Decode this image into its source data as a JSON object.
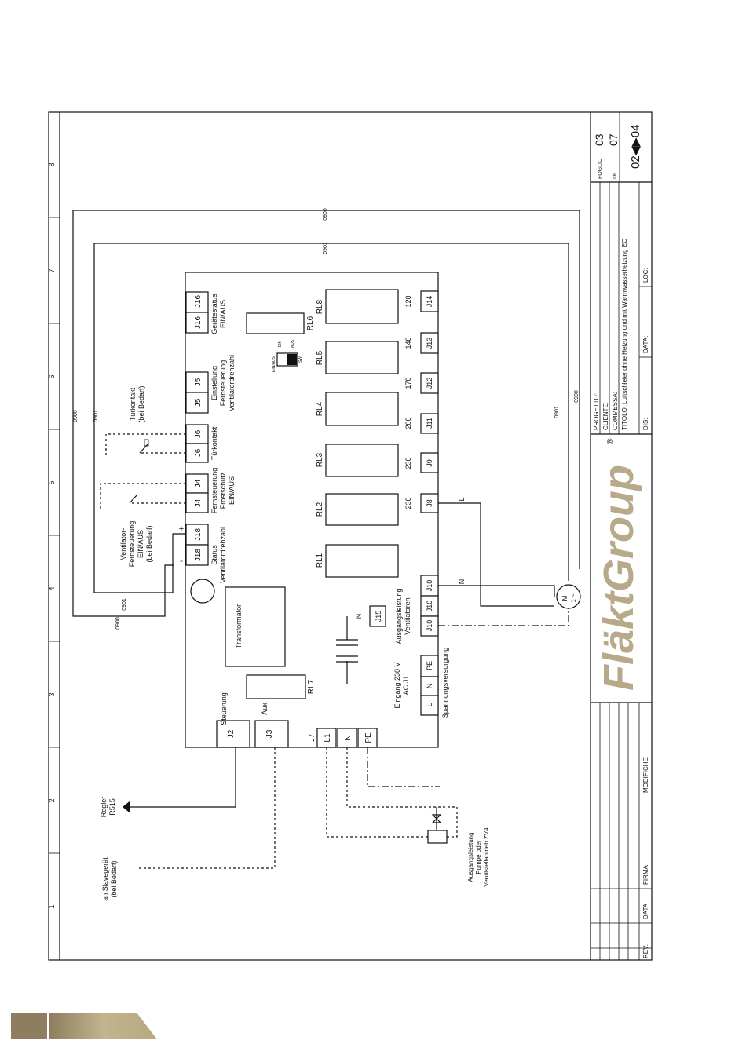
{
  "title_block": {
    "progetto_label": "PROGETTO:",
    "cliente_label": "CLIENTE:",
    "commessa_label": "COMMESSA:",
    "titolo_label": "TITOLO:",
    "titolo_value": "Luftschleier ohne Heizung und mit Warmwasserheizung EC",
    "dis_label": "DIS:",
    "data_label": "DATA:",
    "loc_label": "LOC:",
    "foglio_label": "FOGLIO",
    "foglio_value": "03",
    "di_label": "DI",
    "di_value": "07",
    "pages": "02◀▶04",
    "rev_label": "REV.",
    "data_rev_label": "DATA",
    "firma_label": "FIRMA",
    "modifiche_label": "MODIFICHE"
  },
  "logo": {
    "text": "FläktGroup",
    "reg": "®",
    "color": "#b7a98a"
  },
  "grid_numbers": [
    "1",
    "2",
    "3",
    "4",
    "5",
    "6",
    "7",
    "8"
  ],
  "terminals": {
    "j18a": "J18",
    "j18b": "J18",
    "j4a": "J4",
    "j4b": "J4",
    "j6a": "J6",
    "j6b": "J6",
    "j5a": "J5",
    "j5b": "J5",
    "j16a": "J16",
    "j16b": "J16",
    "j2": "J2",
    "j3": "J3",
    "j7": "J7",
    "l1": "L1",
    "n7": "N",
    "pe7": "PE",
    "l_in": "L",
    "n_in": "N",
    "pe_in": "PE",
    "j10a": "J10",
    "j10b": "J10",
    "j10c": "J10",
    "j15": "J15",
    "j8": "J8",
    "j9": "J9",
    "j11": "J11",
    "j12": "J12",
    "j13": "J13",
    "j14": "J14"
  },
  "relays": {
    "rl1": "RL1",
    "rl2": "RL2",
    "rl3": "RL3",
    "rl4": "RL4",
    "rl5": "RL5",
    "rl6": "RL6",
    "rl7": "RL7",
    "rl8": "RL8"
  },
  "speed_values": {
    "s8": "230",
    "s9": "230",
    "s11": "200",
    "s12": "170",
    "s13": "140",
    "s14": "120"
  },
  "switch_labels": {
    "ein_aus": "EIN/AUS",
    "ein": "EIN",
    "aus": "AUS",
    "sw": "SW"
  },
  "labels": {
    "plus": "+",
    "minus": "-",
    "status_1": "Status",
    "status_2": "Ventilatordrehzahl",
    "fern_1": "Fernsteuerung",
    "fern_2": "Frostschutz",
    "fern_3": "EIN/AUS",
    "tuer": "Türkontakt",
    "einst_1": "Einstellung",
    "einst_2": "Fernsteuerung",
    "einst_3": "Ventilatordrehzahl",
    "geraet_1": "Gerätestatus",
    "geraet_2": "EIN/AUS",
    "vent_1": "Ventilator-",
    "vent_2": "Fernsteuerung",
    "vent_3": "EIN/AUS",
    "vent_4": "(bei Bedarf)",
    "tk_1": "Türkontakt",
    "tk_2": "(bei Bedarf)",
    "trafo": "Transformator",
    "steuerung": "Steuerung",
    "aux": "Aux",
    "eingang_1": "Eingang 230 V",
    "eingang_2": "AC J1",
    "spannung": "Spannungsversorgung",
    "ausgang_v1": "Ausgangsleistung",
    "ausgang_v2": "Ventilatoren",
    "motor_1": "M",
    "motor_2": "1 ~",
    "n_bus": "N",
    "l_bus": "L",
    "n_j15": "N",
    "regler_1": "Regler",
    "regler_2": "R515",
    "slave_1": "an Slavegerät",
    "slave_2": "(bei Bedarf)",
    "pumpe_1": "Ausgangsleistung",
    "pumpe_2": "Pumpe oder",
    "pumpe_3": "Ventilstellantrieb ZV4"
  },
  "wires": {
    "w1": "0900",
    "w2": "0901",
    "w3": "0901",
    "w4": "0900",
    "w5": "0900",
    "w6": "0901",
    "w7": "0901",
    "w8": "0900"
  }
}
